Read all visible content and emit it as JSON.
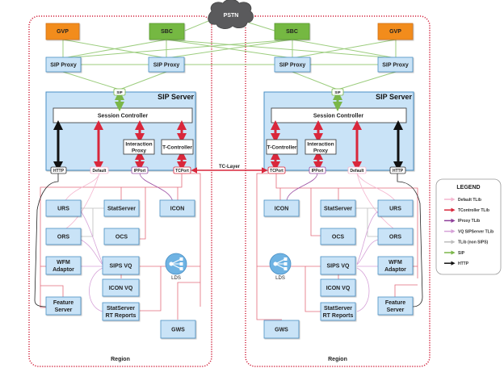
{
  "cloud": {
    "label": "PSTN"
  },
  "colors": {
    "gvp": "#f28c1f",
    "sbc": "#74b843",
    "component_fill": "#c9e3f7",
    "component_stroke": "#4a8fc4",
    "region_border": "#d0203a",
    "cloud": "#5a5a5c",
    "sip_line": "#8cc26b",
    "default_tlib": "#f4b6cf",
    "tcontroller_tlib": "#d9273b",
    "iproxy_tlib": "#9b4fa3",
    "vq_sipserver_tlib": "#d6a2d8",
    "tlib_non_sips": "#bdbdbd",
    "sip": "#7ab648",
    "http": "#111111"
  },
  "regions": [
    {
      "label": "Region",
      "gvp": "GVP",
      "sbc": "SBC",
      "sip_proxies": [
        "SIP Proxy",
        "SIP Proxy"
      ],
      "sip_port": "SIP",
      "sip_server": {
        "title": "SIP Server",
        "session_controller": "Session Controller",
        "interaction_proxy": [
          "Interaction",
          "Proxy"
        ],
        "t_controller": "T-Controller",
        "ports": {
          "http": "HTTP",
          "default": "Default",
          "ipport": "IPPort",
          "tcport": "TCPort"
        }
      },
      "components": {
        "urs": "URS",
        "statserver": "StatServer",
        "icon": "ICON",
        "ors": "ORS",
        "ocs": "OCS",
        "wfm": [
          "WFM",
          "Adaptor"
        ],
        "sips_vq": "SIPS VQ",
        "icon_vq": "ICON VQ",
        "feature_server": [
          "Feature",
          "Server"
        ],
        "statserver_rt": [
          "StatServer",
          "RT Reports"
        ],
        "lds": "LDS",
        "gws": "GWS"
      }
    },
    {
      "label": "Region",
      "gvp": "GVP",
      "sbc": "SBC",
      "sip_proxies": [
        "SIP Proxy",
        "SIP Proxy"
      ],
      "sip_port": "SIP",
      "sip_server": {
        "title": "SIP Server",
        "session_controller": "Session Controller",
        "interaction_proxy": [
          "Interaction",
          "Proxy"
        ],
        "t_controller": "T-Controller",
        "ports": {
          "http": "HTTP",
          "default": "Default",
          "ipport": "IPPort",
          "tcport": "TCPort"
        }
      },
      "components": {
        "urs": "URS",
        "statserver": "StatServer",
        "icon": "ICON",
        "ors": "ORS",
        "ocs": "OCS",
        "wfm": [
          "WFM",
          "Adaptor"
        ],
        "sips_vq": "SIPS VQ",
        "icon_vq": "ICON VQ",
        "feature_server": [
          "Feature",
          "Server"
        ],
        "statserver_rt": [
          "StatServer",
          "RT Reports"
        ],
        "lds": "LDS",
        "gws": "GWS"
      }
    }
  ],
  "tc_layer": {
    "label": "TC-Layer"
  },
  "legend": {
    "title": "LEGEND",
    "items": [
      {
        "label": "Default TLib",
        "color": "#f4b6cf"
      },
      {
        "label": "TController TLib",
        "color": "#d9273b"
      },
      {
        "label": "IProxy TLib",
        "color": "#8e3f9a"
      },
      {
        "label": "VQ SIPServer TLib",
        "color": "#d6a2d8"
      },
      {
        "label": "TLib (non SIPS)",
        "color": "#bdbdbd"
      },
      {
        "label": "SIP",
        "color": "#7ab648"
      },
      {
        "label": "HTTP",
        "color": "#111111"
      }
    ]
  }
}
